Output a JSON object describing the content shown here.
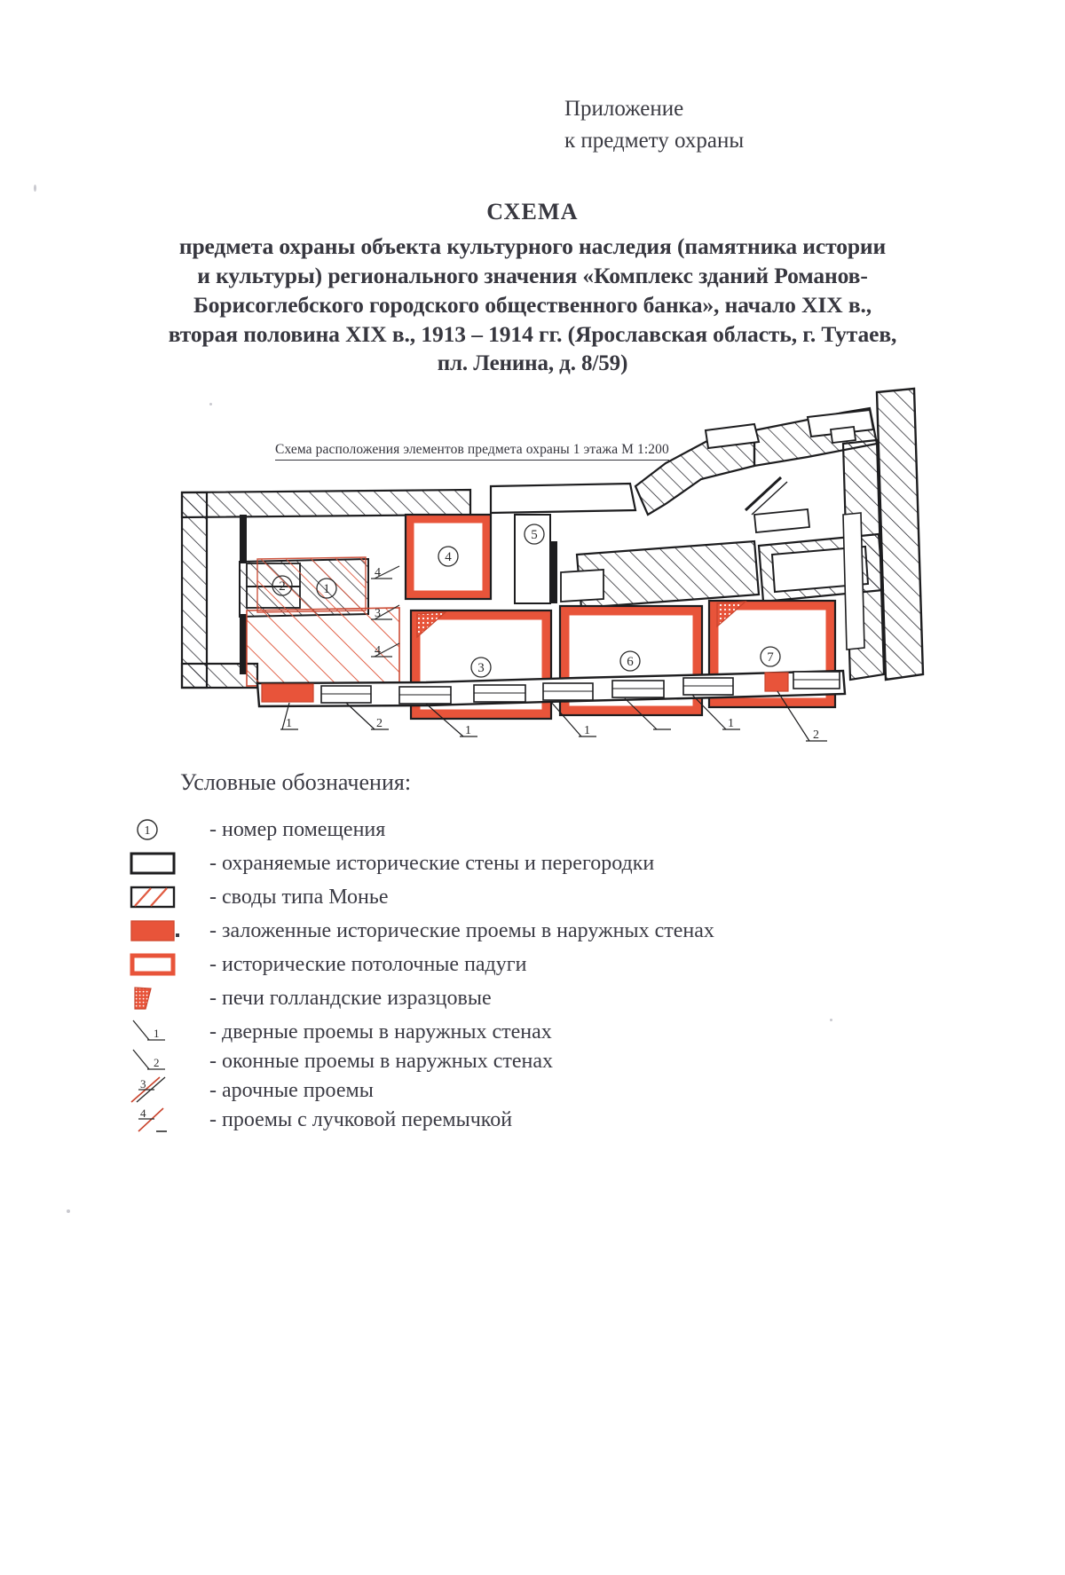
{
  "document": {
    "appendix": {
      "line1": "Приложение",
      "line2": "к предмету охраны"
    },
    "title": {
      "heading": "СХЕМА",
      "line1": "предмета охраны объекта культурного наследия (памятника истории",
      "line2": "и культуры) регионального значения «Комплекс зданий Романов-",
      "line3": "Борисоглебского городского общественного банка», начало XIX в.,",
      "line4": "вторая половина XIX в., 1913 – 1914 гг. (Ярославская область, г. Тутаев,",
      "line5": "пл. Ленина, д. 8/59)"
    },
    "plan": {
      "caption": "Схема расположения  элементов предмета охраны 1 этажа  М 1:200",
      "scale": "М 1:200",
      "floor": "1 этажа",
      "room_numbers": [
        "1",
        "2",
        "3",
        "4",
        "5",
        "6",
        "7"
      ],
      "opening_marks": [
        {
          "label": "3",
          "kind": "арочный"
        },
        {
          "label": "4",
          "kind": "лучковая перемычка"
        },
        {
          "label": "3",
          "kind": "арочный"
        },
        {
          "label": "4",
          "kind": "лучковая перемычка"
        }
      ],
      "leader_labels": [
        "1",
        "2",
        "1",
        "1",
        "2"
      ],
      "colors": {
        "wall_outline": "#1d1d1f",
        "protected_red": "#e8543a",
        "hatch": "#2a2a2e",
        "vault_hatch": "#e05a40"
      }
    },
    "legend": {
      "title": "Условные обозначения:",
      "items": [
        {
          "symbol": "circled-number",
          "text": "- номер помещения"
        },
        {
          "symbol": "black-rect",
          "text": "- охраняемые исторические стены и перегородки"
        },
        {
          "symbol": "monier-vault",
          "text": "- своды типа Монье"
        },
        {
          "symbol": "filled-red-rect",
          "text": "- заложенные исторические проемы в наружных стенах"
        },
        {
          "symbol": "red-outline-rect",
          "text": "- исторические потолочные падуги"
        },
        {
          "symbol": "dutch-stove",
          "text": "- печи голландские изразцовые"
        },
        {
          "symbol": "door-mark-1",
          "text": "- дверные проемы в наружных стенах"
        },
        {
          "symbol": "window-mark-2",
          "text": "- оконные проемы в наружных стенах"
        },
        {
          "symbol": "arch-mark-3",
          "text": "- арочные проемы"
        },
        {
          "symbol": "segmental-mark-4",
          "text": "- проемы с лучковой перемычкой"
        }
      ],
      "symbol_labels": {
        "circled": "1",
        "door": "1",
        "window": "2",
        "arch": "3",
        "segmental": "4"
      }
    }
  }
}
